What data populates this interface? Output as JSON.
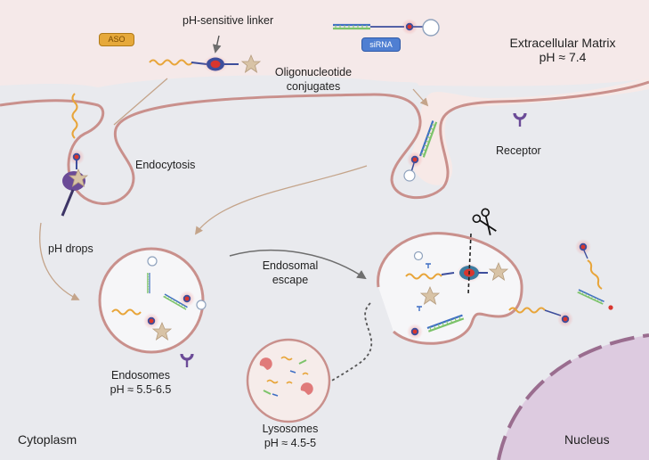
{
  "labels": {
    "ph_sensitive_linker": "pH-sensitive linker",
    "aso": "ASO",
    "sirna": "siRNA",
    "extracellular_matrix": "Extracellular Matrix",
    "extracellular_ph": "pH ≈ 7.4",
    "oligonucleotide_conjugates_1": "Oligonucleotide",
    "oligonucleotide_conjugates_2": "conjugates",
    "endocytosis": "Endocytosis",
    "receptor": "Receptor",
    "ph_drops": "pH drops",
    "endosomal_escape_1": "Endosomal",
    "endosomal_escape_2": "escape",
    "endosomes": "Endosomes",
    "endosomes_ph": "pH ≈ 5.5-6.5",
    "lysosomes": "Lysosomes",
    "lysosomes_ph": "pH ≈ 4.5-5",
    "cytoplasm": "Cytoplasm",
    "nucleus": "Nucleus"
  },
  "colors": {
    "extracellular": "#f7e9e7",
    "cytoplasm": "#e9eaee",
    "membrane": "#c9908c",
    "nucleus": "#ddcbe0",
    "aso_strand": "#e8a53a",
    "sirna_blue": "#3f6fc4",
    "sirna_green": "#7cc36a",
    "linker_red": "#d8362e",
    "ligand_tan": "#d8c3a6",
    "receptor_purple": "#6b4b97"
  },
  "icons": [
    "scissors-icon",
    "receptor-icon",
    "ligand-star-icon",
    "ph-linker-icon"
  ]
}
